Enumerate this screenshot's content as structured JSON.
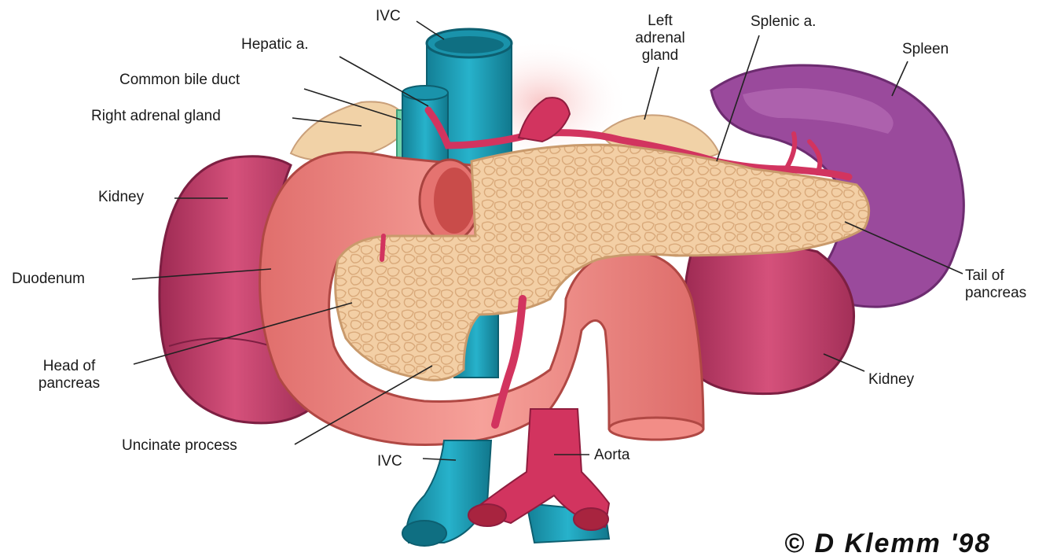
{
  "labels": {
    "ivc_top": "IVC",
    "hepatic_a": "Hepatic a.",
    "common_bile_duct": "Common bile duct",
    "right_adrenal_gland": "Right adrenal gland",
    "left_adrenal_gland": [
      "Left",
      "adrenal",
      "gland"
    ],
    "splenic_a": "Splenic a.",
    "spleen": "Spleen",
    "kidney_left_side": "Kidney",
    "duodenum": "Duodenum",
    "head_of_pancreas": [
      "Head of",
      "pancreas"
    ],
    "uncinate_process": "Uncinate process",
    "ivc_bottom": "IVC",
    "aorta": "Aorta",
    "tail_of_pancreas": [
      "Tail of",
      "pancreas"
    ],
    "kidney_right_side": "Kidney"
  },
  "copyright": "© D Klemm '98",
  "colors": {
    "ivc": "#1f9fb8",
    "aorta": "#d2345f",
    "kidney": "#c8446e",
    "spleen": "#9a4a9c",
    "pancreas": "#f3cfa5",
    "duodenum": "#ef8a86",
    "adrenal": "#f1d2a7"
  }
}
